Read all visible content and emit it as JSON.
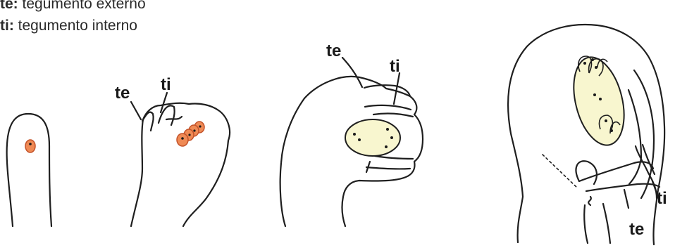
{
  "legend": {
    "items": [
      {
        "abbr": "te:",
        "text": " tegumento externo"
      },
      {
        "abbr": "ti:",
        "text": " tegumento interno"
      }
    ]
  },
  "labels": {
    "te": "te",
    "ti": "ti"
  },
  "colors": {
    "line": "#1f1f1f",
    "nucleus_fill": "#ef8a55",
    "nucleus_stroke": "#c4532a",
    "sac_fill": "#f8f6cf",
    "dot": "#1a1a1a"
  }
}
